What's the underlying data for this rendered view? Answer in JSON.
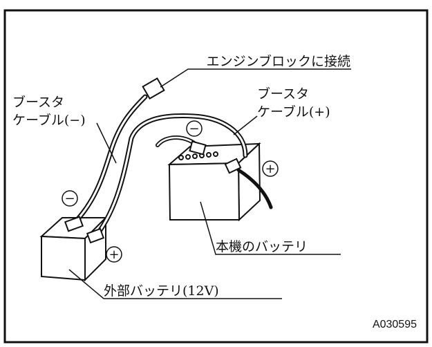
{
  "labels": {
    "engine_block": "エンジンブロックに接続",
    "booster_neg_line1": "ブースタ",
    "booster_neg_line2": "ケーブル(−)",
    "booster_pos_line1": "ブースタ",
    "booster_pos_line2": "ケーブル(+)",
    "machine_battery": "本機のバッテリ",
    "external_battery": "外部バッテリ(12V)",
    "reference_code": "A030595"
  },
  "symbols": {
    "minus": "−",
    "plus": "+"
  },
  "colors": {
    "ink": "#111111",
    "paper": "#ffffff"
  }
}
